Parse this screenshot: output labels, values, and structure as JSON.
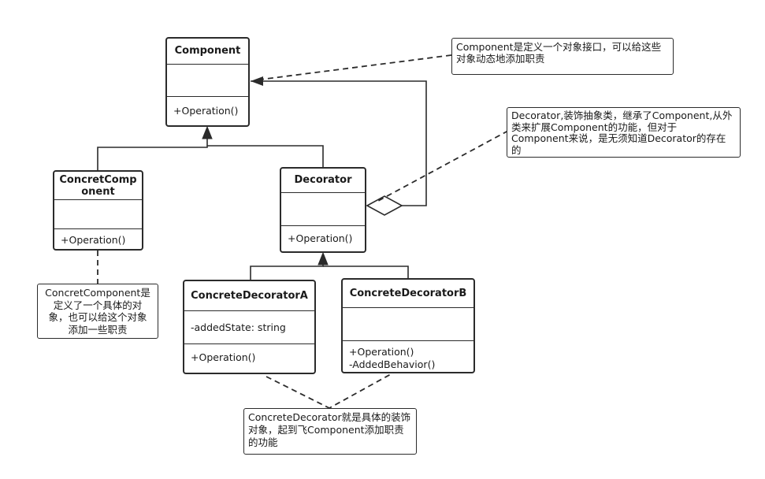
{
  "classes": {
    "component": {
      "name": "Component",
      "attrs": "",
      "ops": [
        "+Operation()"
      ]
    },
    "concret_component": {
      "name_lines": [
        "ConcretComp",
        "onent"
      ],
      "attrs": "",
      "ops": [
        "+Operation()"
      ]
    },
    "decorator": {
      "name": "Decorator",
      "attrs": "",
      "ops": [
        "+Operation()"
      ]
    },
    "concrete_decorator_a": {
      "name": "ConcreteDecoratorA",
      "attrs": "-addedState: string",
      "ops": [
        "+Operation()"
      ]
    },
    "concrete_decorator_b": {
      "name": "ConcreteDecoratorB",
      "attrs": "",
      "ops": [
        "+Operation()",
        "-AddedBehavior()"
      ]
    }
  },
  "notes": {
    "component_note": [
      "Component是定义一个对象接口，可以给这些",
      "对象动态地添加职责"
    ],
    "decorator_note": [
      "Decorator,装饰抽象类，继承了Component,从外",
      "类来扩展Component的功能，但对于",
      "Component来说，是无须知道Decorator的存在",
      "的"
    ],
    "concret_component_note": [
      "ConcretComponent是",
      "定义了一个具体的对",
      "象，也可以给这个对象",
      "添加一些职责"
    ],
    "concrete_decorator_note": [
      "ConcreteDecorator就是具体的装饰",
      "对象，起到飞Component添加职责",
      "的功能"
    ]
  }
}
